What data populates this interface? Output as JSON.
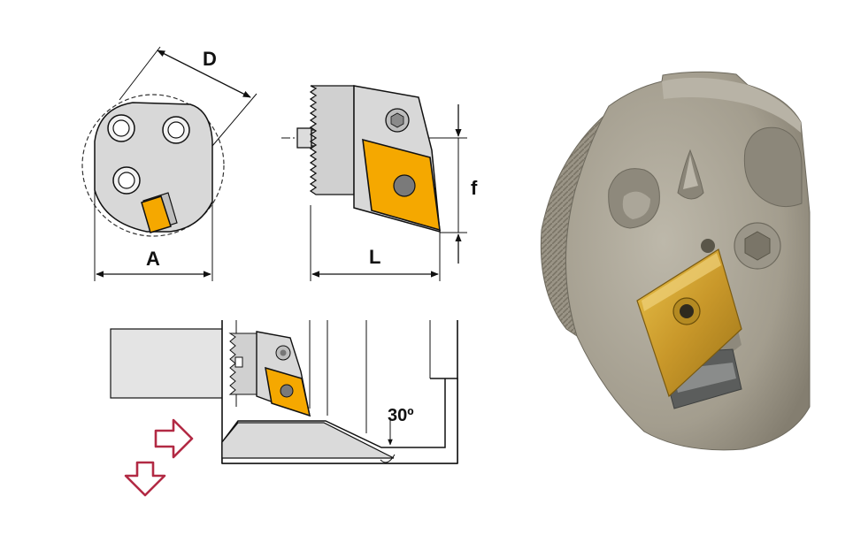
{
  "labels": {
    "d": "D",
    "a": "A",
    "l": "L",
    "f": "f",
    "angle": "30º"
  },
  "colors": {
    "insert": "#F5A800",
    "insert_dark": "#C98500",
    "body_gray": "#D8D8D8",
    "line": "#111111",
    "arrow": "#B22A44",
    "holder_3d": "#A9A395"
  },
  "icons": {
    "feed_right": "arrow-right-icon",
    "feed_down": "arrow-down-icon"
  }
}
